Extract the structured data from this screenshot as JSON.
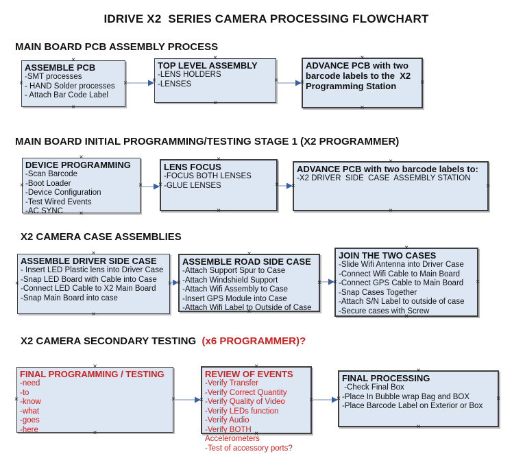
{
  "title": "IDRIVE X2  SERIES CAMERA PROCESSING FLOWCHART",
  "colors": {
    "box_fill": "#dde6f3",
    "box_border": "#3d3d3d",
    "red_text": "#cc2222",
    "arrow_line": "#9fb1cf",
    "arrow_head": "#3b5fa5"
  },
  "sections": [
    {
      "heading": "MAIN BOARD PCB ASSEMBLY PROCESS",
      "boxes": [
        {
          "title": "ASSEMBLE PCB",
          "lines": [
            "-SMT processes",
            "- HAND Solder processes",
            "- Attach Bar Code Label"
          ]
        },
        {
          "title": "TOP LEVEL ASSEMBLY",
          "lines": [
            "-LENS HOLDERS",
            "-LENSES"
          ]
        },
        {
          "title": "ADVANCE PCB with two barcode labels to the  X2 Programming Station",
          "lines": []
        }
      ]
    },
    {
      "heading": "MAIN BOARD INITIAL PROGRAMMING/TESTING STAGE 1 (X2 PROGRAMMER)",
      "boxes": [
        {
          "title": "DEVICE PROGRAMMING",
          "lines": [
            "-Scan Barcode",
            "-Boot Loader",
            "-Device Configuration",
            "-Test Wired Events",
            "-AC SYNC"
          ]
        },
        {
          "title": "LENS FOCUS",
          "lines": [
            "-FOCUS BOTH LENSES",
            "-GLUE LENSES"
          ]
        },
        {
          "title": "ADVANCE PCB with two barcode labels to:",
          "lines": [
            "-X2 DRIVER  SIDE  CASE  ASSEMBLY STATION"
          ]
        }
      ]
    },
    {
      "heading": "X2 CAMERA CASE ASSEMBLIES",
      "boxes": [
        {
          "title": "ASSEMBLE DRIVER SIDE CASE",
          "lines": [
            "- Insert LED Plastic lens into Driver Case",
            "-Snap LED Board with Cable into Case",
            "-Connect LED Cable to X2 Main Board",
            "-Snap Main Board into case"
          ]
        },
        {
          "title": "ASSEMBLE ROAD SIDE CASE",
          "lines": [
            "-Attach Support Spur to Case",
            "-Attach Windshield Support",
            "-Attach Wifi Assembly to Case",
            "-Insert GPS Module into Case",
            "-Attach Wifi Label to Outside of Case"
          ]
        },
        {
          "title": "JOIN THE TWO CASES",
          "lines": [
            "-Slide Wifi Antenna into Driver Case",
            "-Connect Wifi Cable to Main Board",
            "-Connect GPS Cable to Main Board",
            "-Snap Cases Together",
            "-Attach S/N Label to outside of case",
            "-Secure cases with Screw"
          ]
        }
      ]
    },
    {
      "heading": "X2 CAMERA SECONDARY TESTING  ",
      "heading_red": "(x6 PROGRAMMER)?",
      "boxes": [
        {
          "title": "FINAL PROGRAMMING / TESTING",
          "lines": [
            "-need",
            "-to",
            "-know",
            "-what",
            "-goes",
            "-here"
          ]
        },
        {
          "title": "REVIEW OF EVENTS",
          "lines": [
            "-Verify Transfer",
            "-Verify Correct Quantity",
            "-Verify Quality of Video",
            "-Verify LEDs function",
            "-Verify Audio",
            "-Verify BOTH Accelerometers",
            "-Test of accessory ports?"
          ]
        },
        {
          "title": "FINAL PROCESSING",
          "lines": [
            " -Check Final Box",
            "-Place In Bubble wrap Bag and BOX",
            "-Place Barcode Label on Exterior or Box"
          ]
        }
      ]
    }
  ]
}
